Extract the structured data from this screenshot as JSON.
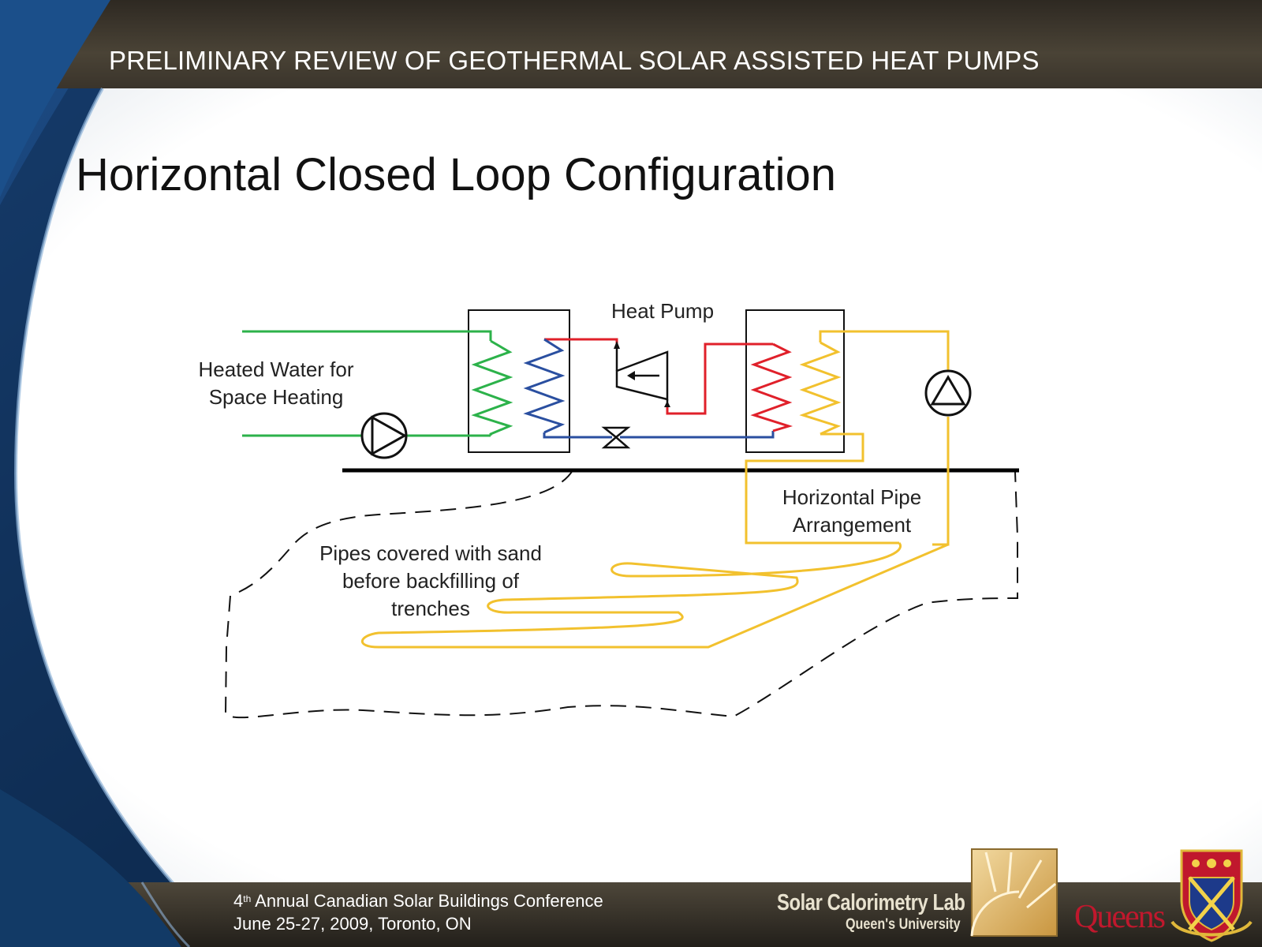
{
  "header": {
    "title": "PRELIMINARY REVIEW OF GEOTHERMAL SOLAR ASSISTED HEAT PUMPS"
  },
  "slide": {
    "title": "Horizontal Closed Loop Configuration"
  },
  "diagram": {
    "heat_pump_label": "Heat Pump",
    "heated_water_label_line1": "Heated Water for",
    "heated_water_label_line2": "Space Heating",
    "pipe_arrangement_label_line1": "Horizontal Pipe",
    "pipe_arrangement_label_line2": "Arrangement",
    "sand_label_line1": "Pipes covered with sand",
    "sand_label_line2": "before backfilling of",
    "sand_label_line3": "trenches",
    "colors": {
      "building_loop": "#2cb24a",
      "refrigerant_hot": "#e0202a",
      "refrigerant_cold": "#2a4fa0",
      "ground_loop": "#f2c12e"
    },
    "icons": [
      "pump-icon",
      "circulator-pump-icon",
      "expansion-valve-icon",
      "compressor-icon",
      "heat-exchanger-icon"
    ]
  },
  "footer": {
    "conference_ordinal": "4",
    "conference_suffix": "th",
    "conference_name": " Annual Canadian Solar Buildings Conference",
    "conference_dates": "June 25-27, 2009, Toronto, ON",
    "lab_name": "Solar Calorimetry Lab",
    "lab_university": "Queen's University",
    "university_wordmark": "Queens"
  }
}
